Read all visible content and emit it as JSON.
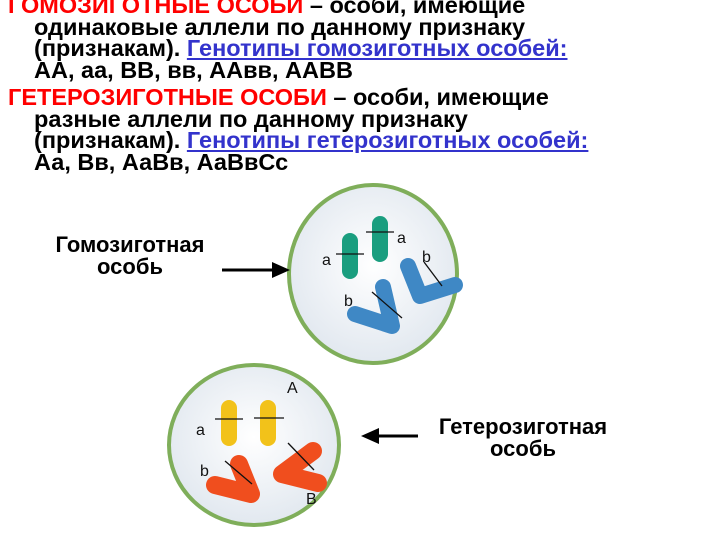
{
  "definitions": {
    "homozygous": {
      "term": "ГОМОЗИГОТНЫЕ ОСОБИ",
      "definition": "– особи, имеющие",
      "definition_cont_1": "одинаковые аллели по данному признаку",
      "definition_cont_2": "(признакам).",
      "examples_label": "Генотипы гомозиготных особей:",
      "examples": "АА, аа, ВВ, вв, ААвв, ААВВ"
    },
    "heterozygous": {
      "term": "ГЕТЕРОЗИГОТНЫЕ ОСОБИ",
      "definition": "– особи, имеющие",
      "definition_cont_1": "разные аллели по данному признаку",
      "definition_cont_2": "(признакам).",
      "examples_label": "Генотипы гетерозиготных особей:",
      "examples": "Аа, Вв, АаВв, АаВвСс"
    }
  },
  "diagram": {
    "homozygous_cell": {
      "caption_line1": "Гомозиготная",
      "caption_line2": "особь",
      "allele_left": "a",
      "allele_right": "a",
      "allele_b_top": "b",
      "allele_b_bottom": "b",
      "chromosome_a_color": "#1a9e7f",
      "chromosome_b_color": "#3f88c5"
    },
    "heterozygous_cell": {
      "caption_line1": "Гетерозиготная",
      "caption_line2": "особь",
      "allele_A": "A",
      "allele_a": "a",
      "allele_b": "b",
      "allele_B": "B",
      "chromosome_a_color": "#f2c21a",
      "chromosome_b_color": "#f04e1e"
    },
    "cell_fill": "#eef2f6",
    "cell_border": "#7fae5a"
  }
}
